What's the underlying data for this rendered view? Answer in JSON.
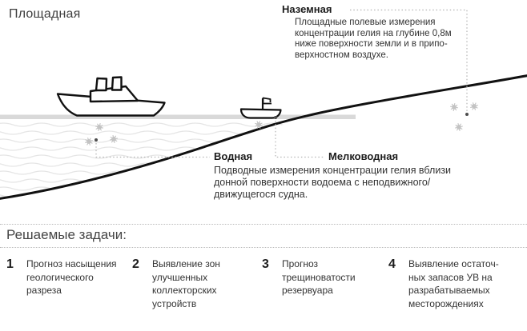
{
  "title": "Площадная",
  "annotations": {
    "ground": {
      "label": "Наземная",
      "lines": [
        "Площадные полевые измерения",
        "концентрации гелия на глубине 0,8м",
        "ниже поверхности земли и в припо-",
        "верхностном воздухе."
      ]
    },
    "water": {
      "label": "Водная",
      "lines": [
        "Подводные измерения концентрации гелия вблизи",
        "донной поверхности водоема с неподвижного/",
        "движущегося судна."
      ]
    },
    "shallow": {
      "label": "Мелководная"
    }
  },
  "tasks": {
    "heading": "Решаемые задачи:",
    "items": [
      {
        "number": "1",
        "lines": [
          "Прогноз насыщения",
          "геологического",
          "разреза"
        ]
      },
      {
        "number": "2",
        "lines": [
          "Выявление зон",
          "улучшенных",
          "коллекторских",
          "устройств"
        ]
      },
      {
        "number": "3",
        "lines": [
          "Прогноз",
          "трещиноватости",
          "резервуара"
        ]
      },
      {
        "number": "4",
        "lines": [
          "Выявление остаточ-",
          "ных запасов УВ на",
          "разрабатываемых",
          "месторождениях"
        ]
      }
    ]
  },
  "icons": {
    "ship": "research-vessel-outline",
    "boat": "rowboat-with-flag-outline",
    "sensor": "scribble-star-marker",
    "measure_point": "small-dot-marker"
  },
  "colors": {
    "text_primary": "#333333",
    "label_bold": "#1c1c1c",
    "heading_gray": "#454545",
    "dotted_connector": "#b3b3b3",
    "water_band": "#d9d9d9",
    "wave_line": "#e5e5e5",
    "terrain_line": "#111111",
    "sensor_gray": "#c2c2c2"
  }
}
